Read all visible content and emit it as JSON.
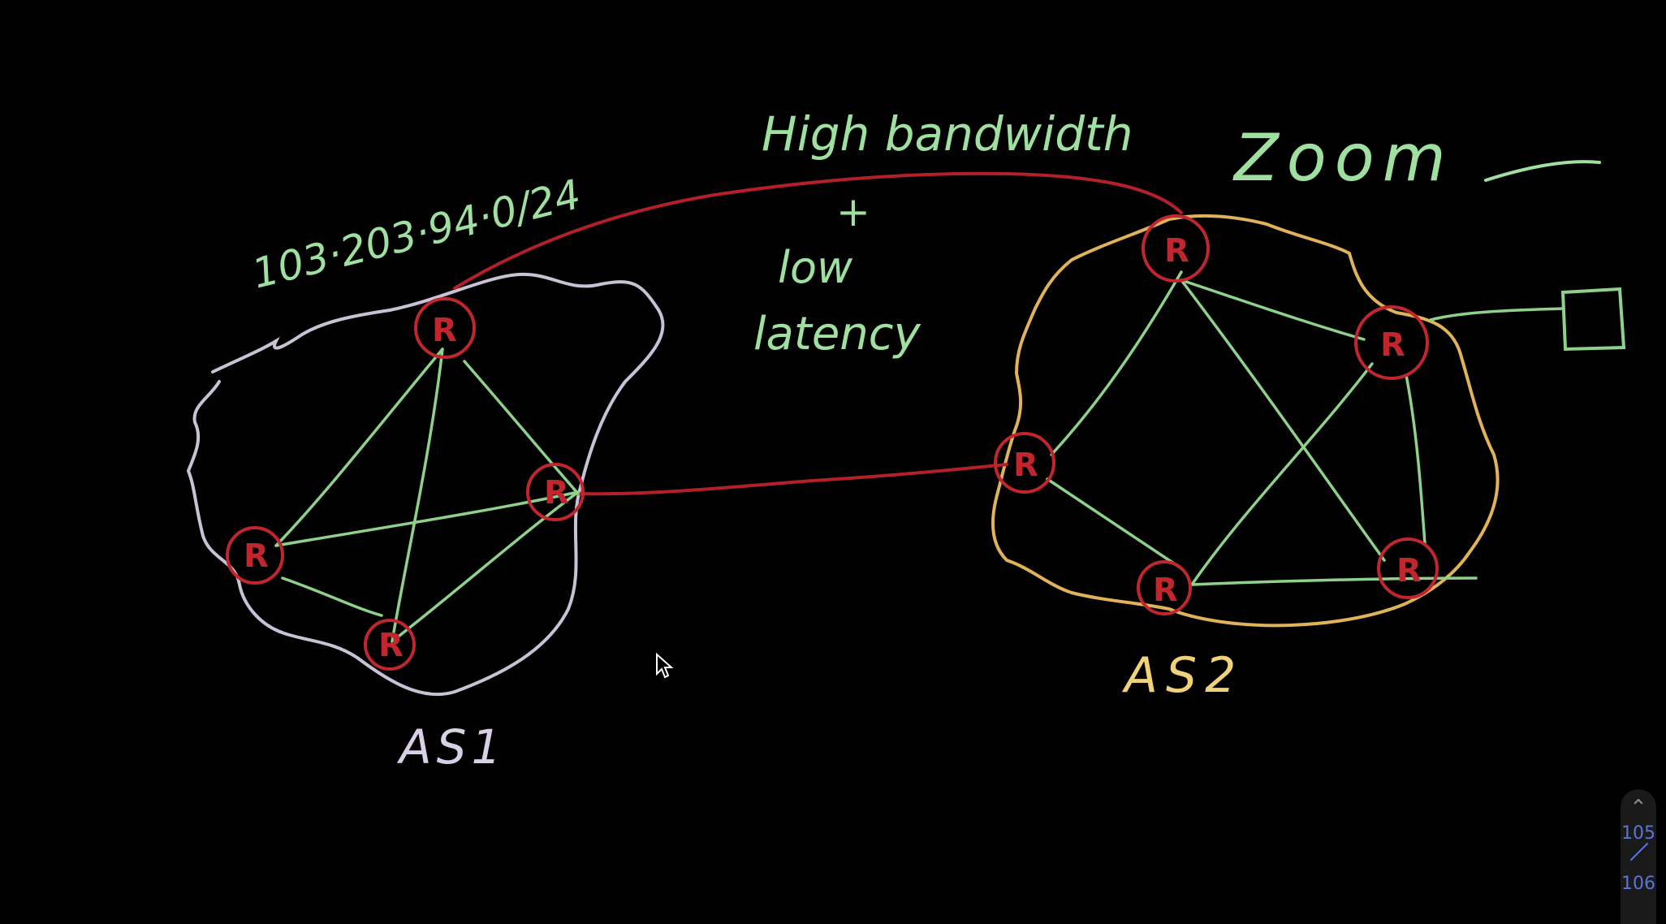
{
  "annotations": {
    "prefix": "103·203·94·0/24",
    "high_bandwidth": "High bandwidth",
    "plus": "+",
    "low": "low",
    "latency": "latency",
    "zoom": "Zoom",
    "as1_label": "AS1",
    "as2_label": "AS2"
  },
  "router_label": "R",
  "colors": {
    "background": "#000000",
    "link_green": "#8fd18a",
    "inter_as_red": "#b3202a",
    "router_red": "#c0262e",
    "as1_boundary": "#c9c2d6",
    "as2_boundary": "#e0b25a",
    "text_green": "#9fe0a0",
    "as1_text": "#d8d0e6",
    "as2_text": "#f0d27a"
  },
  "pager": {
    "up_icon": "chevron-up-icon",
    "current": "105",
    "total": "106"
  }
}
